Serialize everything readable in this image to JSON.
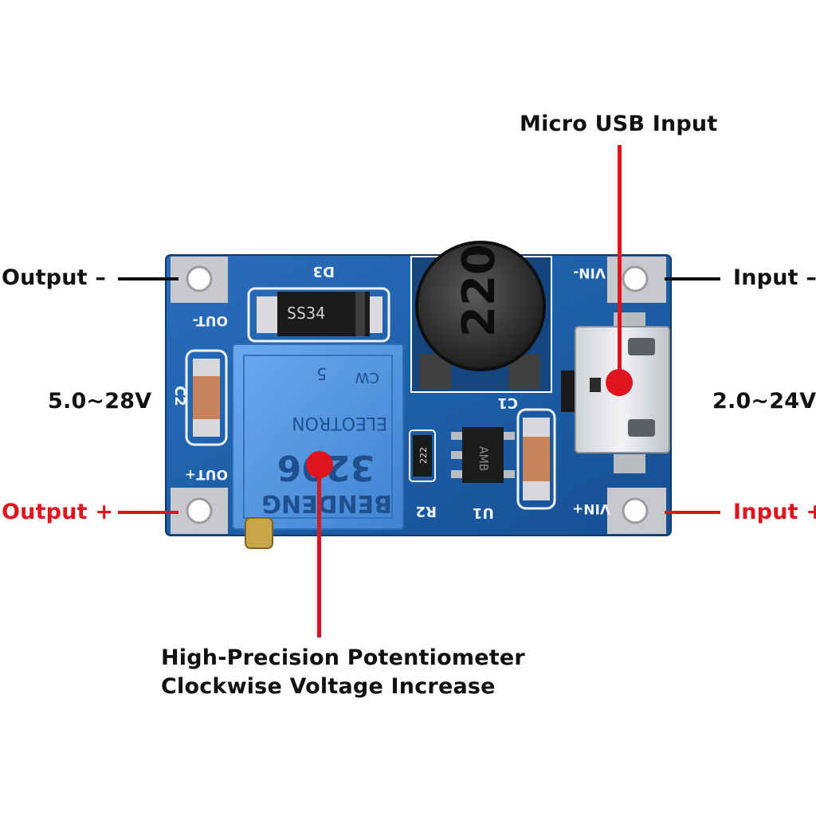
{
  "labels": {
    "micro_usb": "Micro USB Input",
    "output_minus": "Output –",
    "input_minus": "Input –",
    "output_voltage": "5.0~28V",
    "input_voltage": "2.0~24V",
    "output_plus": "Output +",
    "input_plus": "Input +",
    "pot_line1": "High-Precision Potentiometer",
    "pot_line2": "Clockwise Voltage Increase"
  },
  "board": {
    "pad_out_minus": "OUT-",
    "pad_out_plus": "OUT+",
    "pad_vin_minus": "VIN-",
    "pad_vin_plus": "VIN+",
    "diode_ref": "D3",
    "diode_part": "SS34",
    "inductor_value": "220",
    "cap_c1": "C1",
    "cap_c2": "C2",
    "resistor_ref": "R2",
    "resistor_value": "222",
    "ic_ref": "U1",
    "ic_marking": "AMB",
    "pot_brand": "BENDENG",
    "pot_model": "3296",
    "pot_series": "ELEOTRON",
    "pot_cw": "CW",
    "pot_value": "5"
  },
  "colors": {
    "pcb": "#1d5fa8",
    "pcb_dark": "#123f7a",
    "pot_body": "#4a8fdc",
    "accent_red": "#e0141e",
    "text_black": "#111111"
  }
}
